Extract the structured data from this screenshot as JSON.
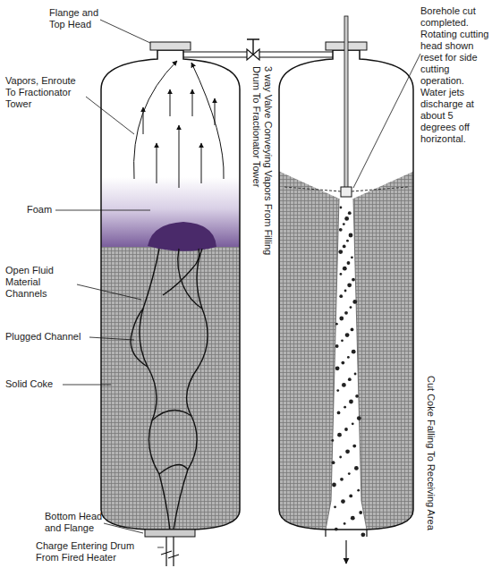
{
  "diagram": {
    "labels": [
      "Flange and Top Head",
      "Vapors, Enroute To Fractionator Tower",
      "Foam",
      "Open Fluid Material Channels",
      "Plugged Channel",
      "Solid Coke",
      "Bottom Head and Flange",
      "Charge Entering Drum From Fired Heater",
      "3 way Valve Conveying Vapors From Filling Drum To Fractionator Tower",
      "Borehole cut completed. Rotating cutting head shown reset for side cutting operation. Water jets discharge at about 5 degrees off horizontal.",
      "Cut Coke Falling To Receiving Area"
    ]
  }
}
